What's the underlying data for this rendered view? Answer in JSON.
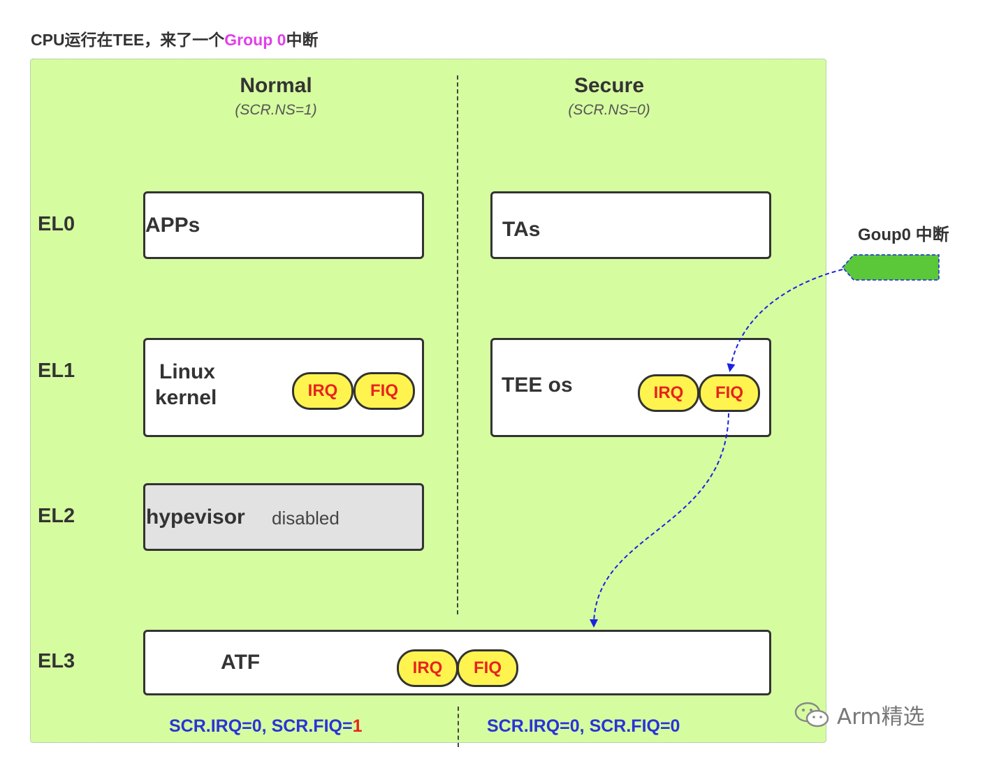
{
  "title": {
    "prefix": "CPU运行在TEE，来了一个",
    "highlight": "Group 0",
    "suffix": "中断"
  },
  "columns": {
    "normal": {
      "name": "Normal",
      "sub": "(SCR.NS=1)"
    },
    "secure": {
      "name": "Secure",
      "sub": "(SCR.NS=0)"
    }
  },
  "levels": {
    "el0": "EL0",
    "el1": "EL1",
    "el2": "EL2",
    "el3": "EL3"
  },
  "boxes": {
    "apps": "APPs",
    "tas": "TAs",
    "linux_line1": "Linux",
    "linux_line2": "kernel",
    "tee_os": "TEE os",
    "hypervisor": "hypevisor",
    "hypervisor_state": "disabled",
    "atf": "ATF"
  },
  "pills": {
    "irq": "IRQ",
    "fiq": "FIQ"
  },
  "scr": {
    "normal_prefix": "SCR.IRQ=0,  SCR.FIQ=",
    "normal_fiq": "1",
    "secure": "SCR.IRQ=0,  SCR.FIQ=0"
  },
  "source_label": "Goup0 中断",
  "watermark": "Arm精选",
  "colors": {
    "panel_bg": "#d6fca0",
    "pill_bg": "#fff44f",
    "pill_text": "#e8231e",
    "scr_text": "#2a33d8",
    "arrow": "#1a22e0",
    "source_tag": "#5bc83a",
    "title_highlight": "#e040e8"
  }
}
